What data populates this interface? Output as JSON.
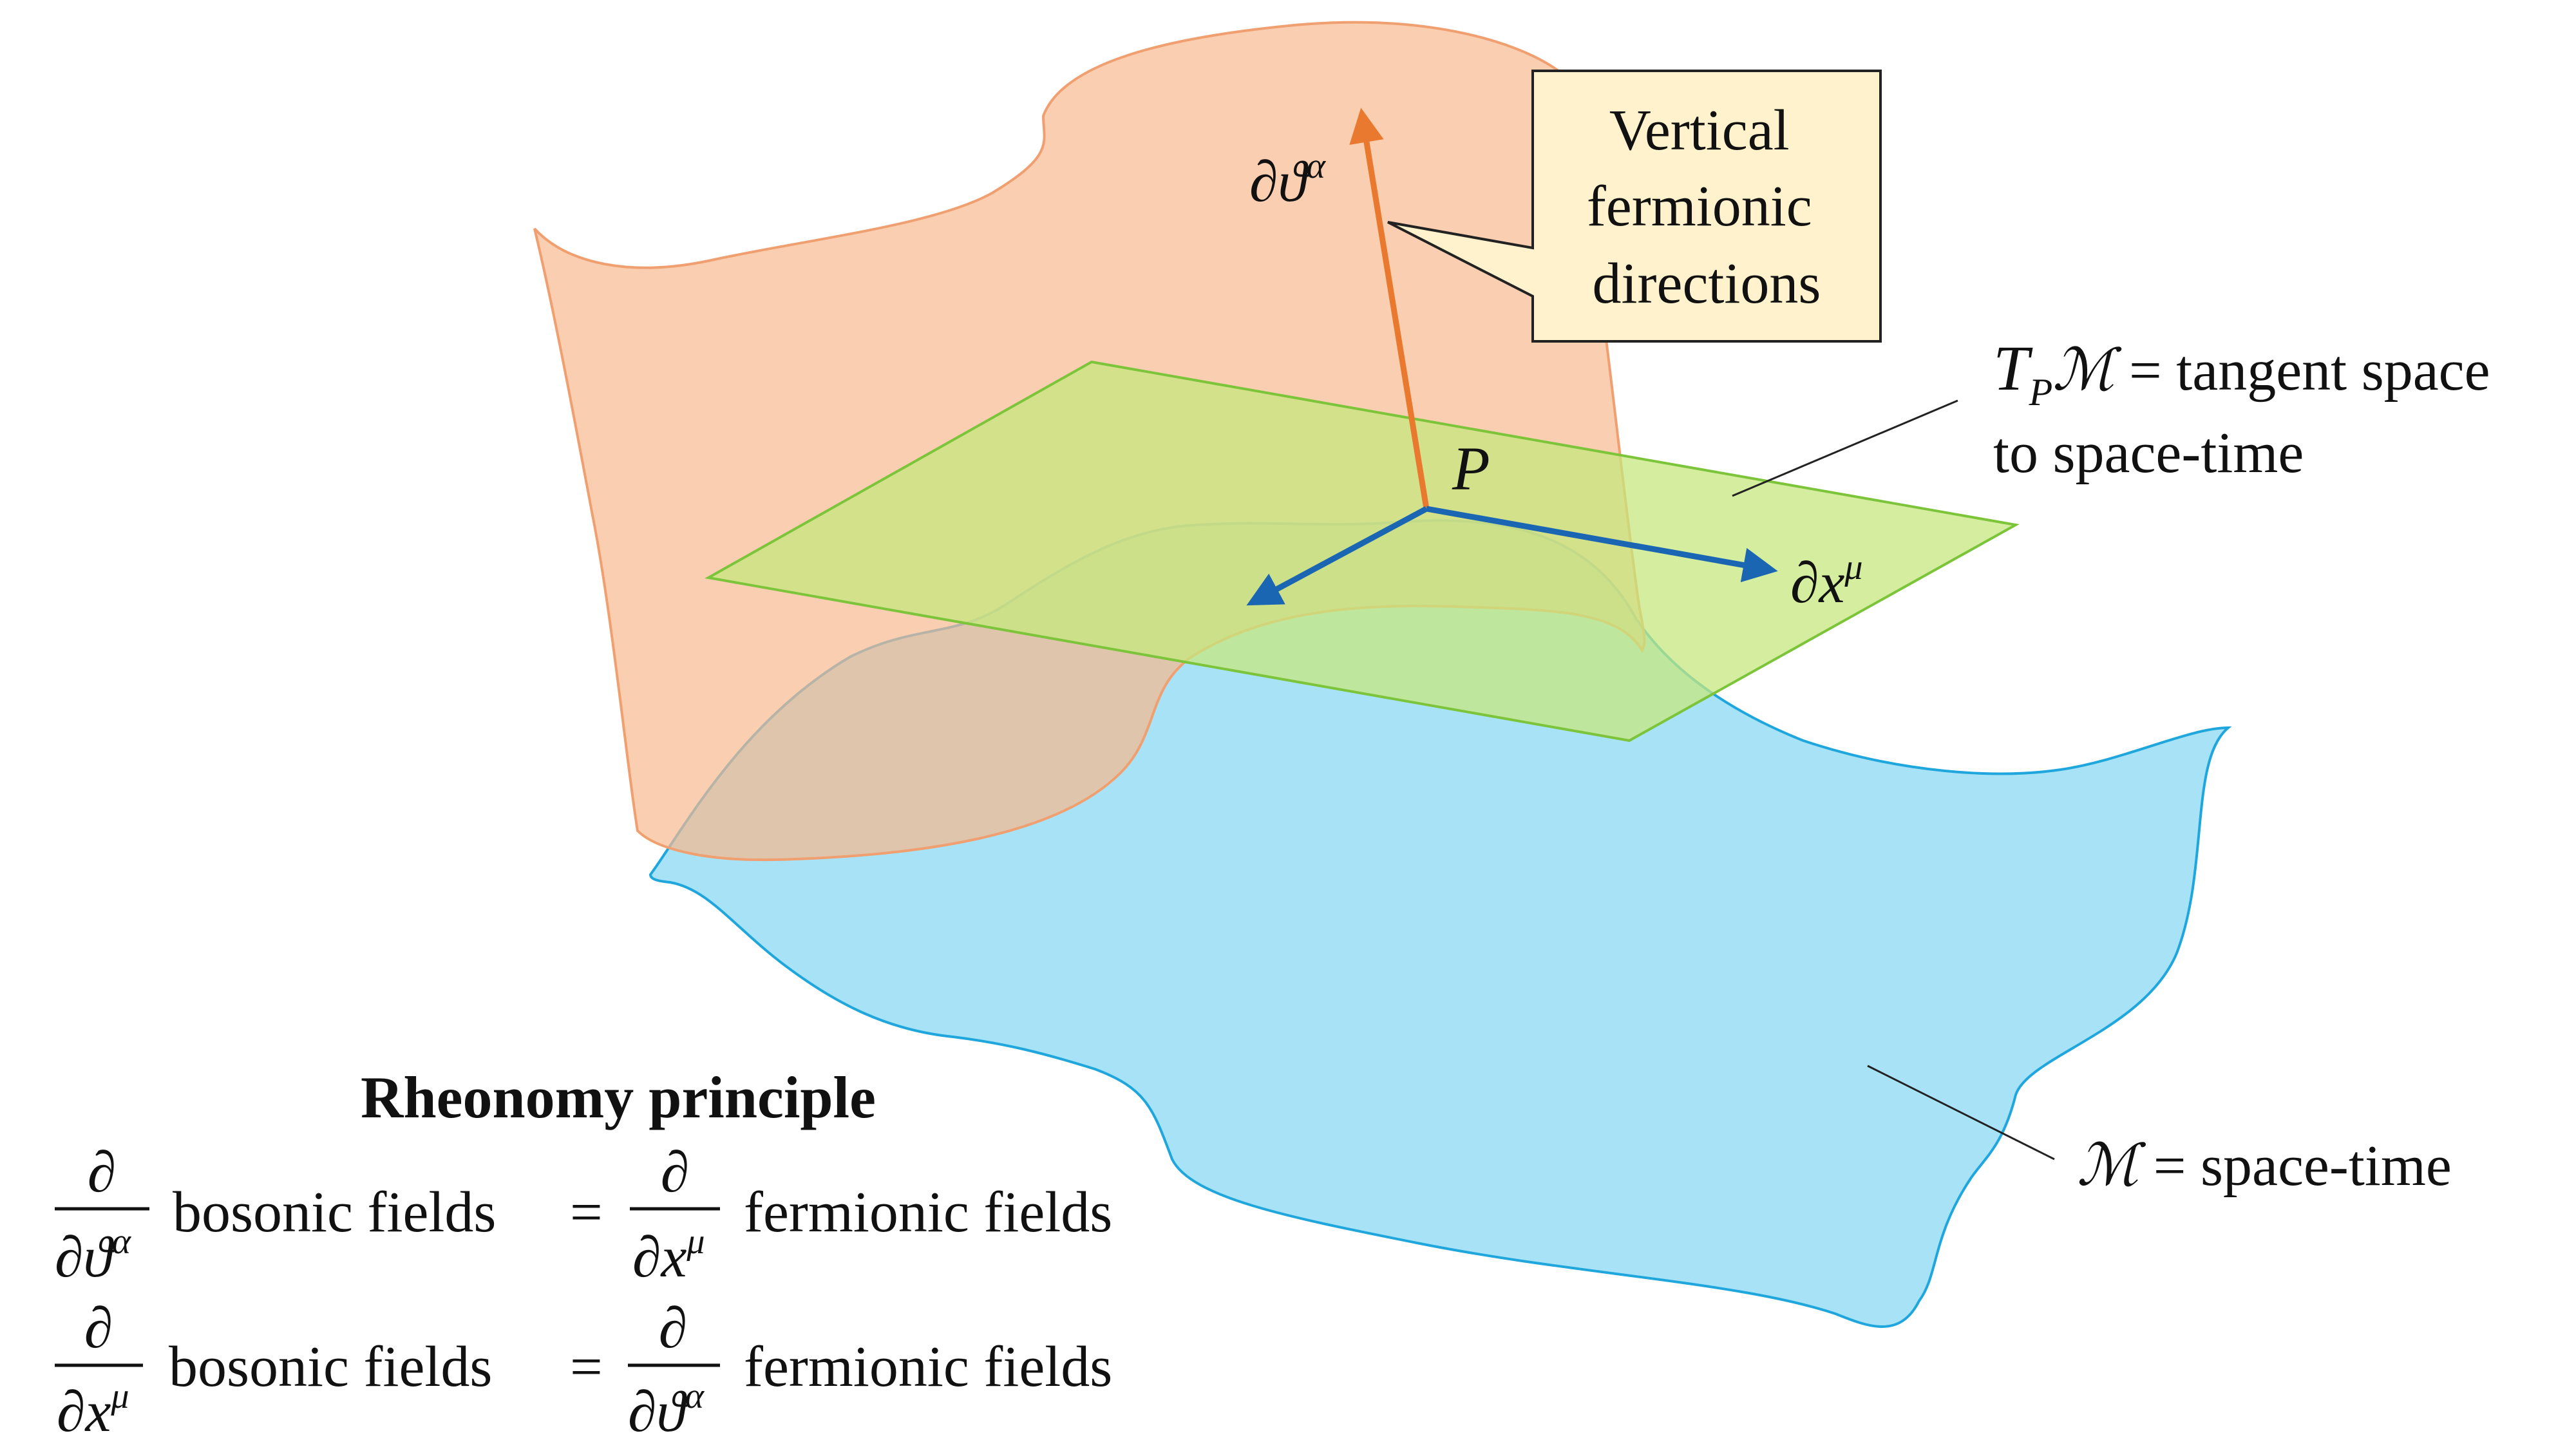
{
  "diagram": {
    "callout": {
      "line1": "Vertical",
      "line2": "fermionic",
      "line3": "directions"
    },
    "labels": {
      "fermionic_direction": "∂ϑ",
      "fermionic_direction_index": "α",
      "bosonic_direction": "∂x",
      "bosonic_direction_index": "μ",
      "point": "P"
    },
    "tangent_space": {
      "symbol": "T",
      "subscript": "P",
      "manifold": "ℳ",
      "text_line1": " = tangent space",
      "text_line2": "to space-time"
    },
    "spacetime": {
      "manifold": "ℳ",
      "text": " = space-time"
    },
    "rheonomy": {
      "title": "Rheonomy principle",
      "partial": "∂",
      "row1": {
        "den_left": "∂ϑ",
        "den_left_index": "α",
        "left_text": "bosonic fields",
        "equals": "=",
        "den_right": "∂x",
        "den_right_index": "μ",
        "right_text": "fermionic fields"
      },
      "row2": {
        "den_left": "∂x",
        "den_left_index": "μ",
        "left_text": "bosonic fields",
        "equals": "=",
        "den_right": "∂ϑ",
        "den_right_index": "α",
        "right_text": "fermionic fields"
      }
    },
    "colors": {
      "fiber_fill": "#f8b98f",
      "fiber_stroke": "#f0a070",
      "spacetime_fill": "#a8e2f6",
      "spacetime_stroke": "#1fa6dc",
      "tangent_fill": "#c6e77e",
      "tangent_stroke": "#7cc43a",
      "fermionic_arrow": "#e8792f",
      "bosonic_arrow": "#1a66b2",
      "callout_fill": "#fff2cc",
      "callout_stroke": "#222222"
    }
  }
}
